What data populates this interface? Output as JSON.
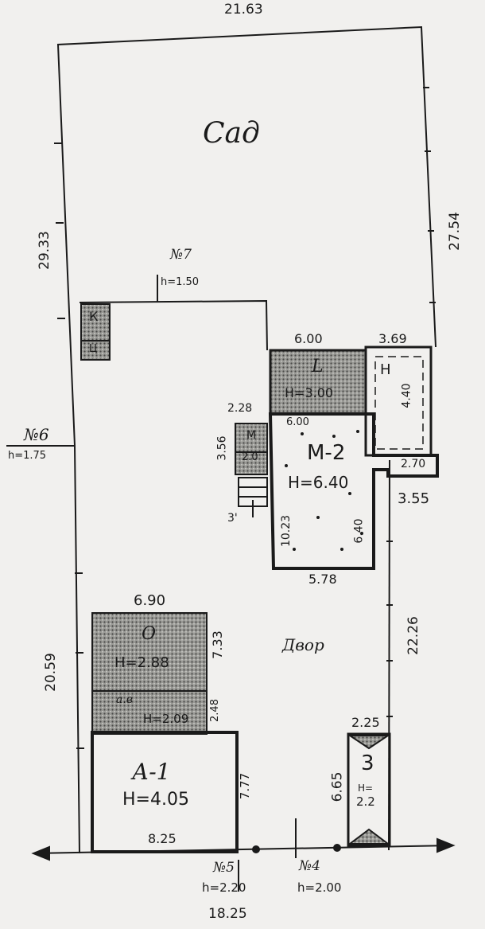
{
  "plot": {
    "top_width": "21.63",
    "bottom_width": "18.25",
    "right_upper_length": "27.54",
    "right_lower_length": "22.26",
    "left_upper_length": "29.33",
    "left_lower_length": "20.59",
    "garden_label": "Сад",
    "yard_label": "Двор"
  },
  "fences": {
    "n7": {
      "label": "№7",
      "height": "h=1.50"
    },
    "n6": {
      "label": "№6",
      "height": "h=1.75"
    },
    "n5": {
      "label": "№5",
      "height": "h=2.20"
    },
    "n4": {
      "label": "№4",
      "height": "h=2.00"
    }
  },
  "outbuildings": {
    "k": {
      "label": "К",
      "sub": "Ц"
    },
    "m": {
      "label": "М",
      "sub": "2.0",
      "width": "2.28",
      "depth": "3.56",
      "porch": "3'"
    }
  },
  "building_l": {
    "label": "L",
    "height": "H=3.00",
    "width": "6.00"
  },
  "building_n": {
    "label": "Н",
    "width": "3.69",
    "depth": "4.40",
    "bottom": "2.70"
  },
  "building_m2": {
    "label": "М-2",
    "height": "H=6.40",
    "top_width": "6.00",
    "bottom_width": "5.78",
    "left_depth": "10.23",
    "right_depth": "6.40",
    "step": "3.55"
  },
  "building_o": {
    "label": "О",
    "height": "H=2.88",
    "width": "6.90",
    "depth": "7.33",
    "sub_label": "а.в",
    "sub_height": "H=2.09",
    "sub_depth": "2.48"
  },
  "building_a1": {
    "label": "А-1",
    "height": "H=4.05",
    "width": "8.25",
    "depth": "7.77"
  },
  "building_3": {
    "label": "3",
    "height_prefix": "H=",
    "height_value": "2.2",
    "width": "2.25",
    "depth": "6.65"
  }
}
